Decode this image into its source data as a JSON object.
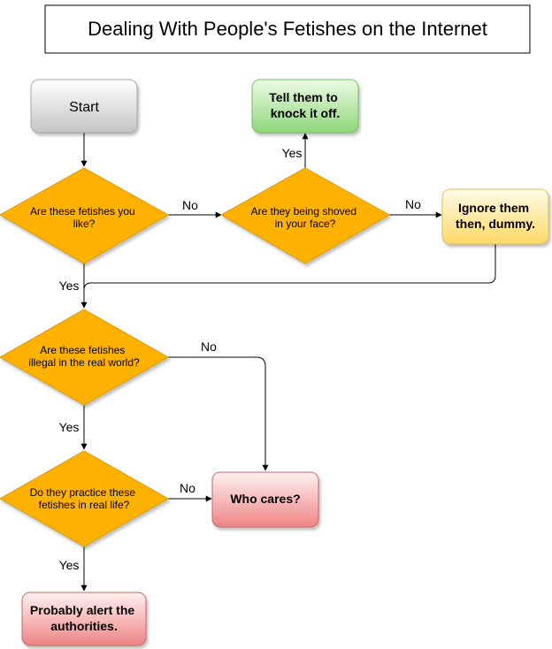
{
  "title": "Dealing With People's Fetishes on the Internet",
  "nodes": {
    "start": "Start",
    "q_like": [
      "Are these fetishes you",
      "like?"
    ],
    "q_shoved": [
      "Are they being shoved",
      "in your face?"
    ],
    "tell_off": [
      "Tell them to",
      "knock it off."
    ],
    "ignore": [
      "Ignore them",
      "then, dummy."
    ],
    "q_illegal": [
      "Are these fetishes",
      "illegal in the real world?"
    ],
    "q_practice": [
      "Do they practice these",
      "fetishes in real life?"
    ],
    "who_cares": "Who cares?",
    "alert": [
      "Probably alert the",
      "authorities."
    ]
  },
  "edges": {
    "like_no": "No",
    "shoved_yes": "Yes",
    "shoved_no": "No",
    "like_yes": "Yes",
    "illegal_no": "No",
    "illegal_yes": "Yes",
    "practice_no": "No",
    "practice_yes": "Yes"
  },
  "colors": {
    "start": "#d8d8d8",
    "decision": "#ffb100",
    "green": "#9fd98a",
    "yellow": "#ffe28a",
    "red": "#f08c8c"
  }
}
